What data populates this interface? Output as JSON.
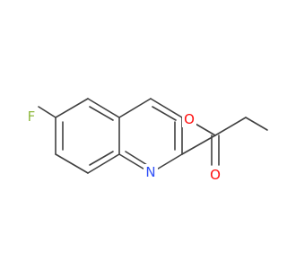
{
  "molecule": {
    "atoms": {
      "fluorine": {
        "symbol": "F",
        "color": "#8fb83e"
      },
      "nitrogen": {
        "symbol": "N",
        "color": "#3050f8"
      },
      "carbonyl_oxygen": {
        "symbol": "O",
        "color": "#ff0d0d"
      },
      "ester_oxygen": {
        "symbol": "O",
        "color": "#ff0d0d"
      }
    },
    "bond_color": "#404040"
  }
}
